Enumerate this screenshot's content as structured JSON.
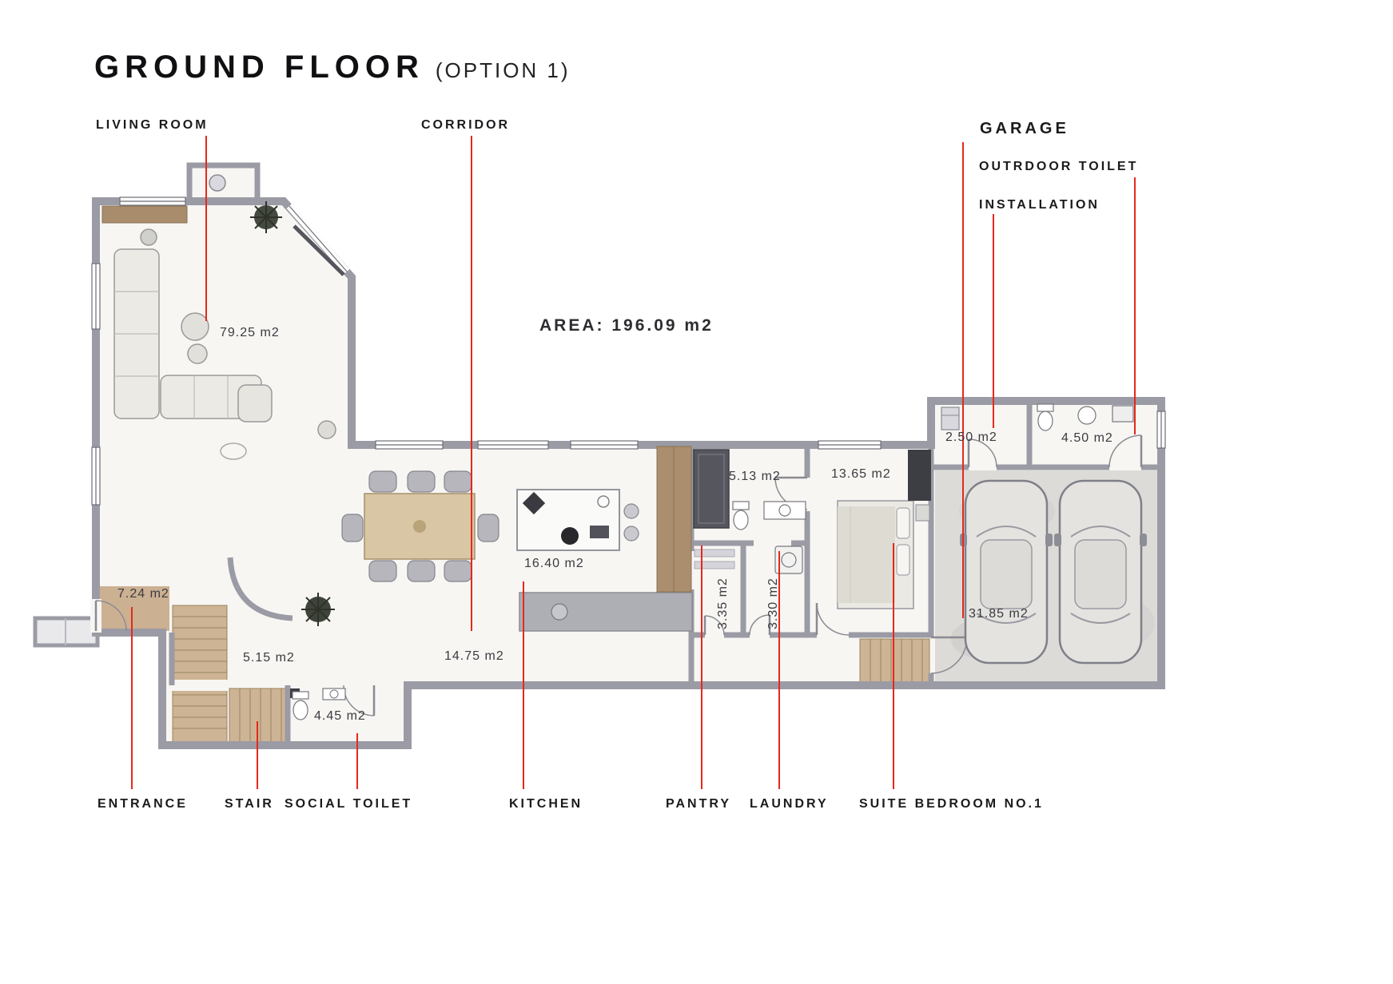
{
  "title": {
    "main": "GROUND FLOOR",
    "option": "(OPTION 1)"
  },
  "total_area": "AREA: 196.09 m2",
  "callouts": {
    "living_room": "LIVING ROOM",
    "corridor": "CORRIDOR",
    "garage": "GARAGE",
    "outdoor_toilet": "OUTRDOOR TOILET",
    "installation": "INSTALLATION",
    "entrance": "ENTRANCE",
    "stair": "STAIR",
    "social_toilet": "SOCIAL TOILET",
    "kitchen": "KITCHEN",
    "pantry": "PANTRY",
    "laundry": "LAUNDRY",
    "suite_bedroom": "SUITE BEDROOM NO.1"
  },
  "areas": {
    "living_room": "79.25 m2",
    "installation": "2.50 m2",
    "outdoor_toilet": "4.50 m2",
    "bathroom": "5.13 m2",
    "suite_bedroom": "13.65 m2",
    "kitchen": "16.40 m2",
    "entrance_hall": "7.24 m2",
    "pantry": "3.35 m2",
    "laundry": "3.30 m2",
    "garage": "31.85 m2",
    "hall": "5.15 m2",
    "corridor": "14.75 m2",
    "social_toilet": "4.45 m2"
  },
  "colors": {
    "accent_red": "#e6281d",
    "wall_gray": "#9b9ba5",
    "floor": "#f7f6f3",
    "wood": "#cdb495"
  }
}
